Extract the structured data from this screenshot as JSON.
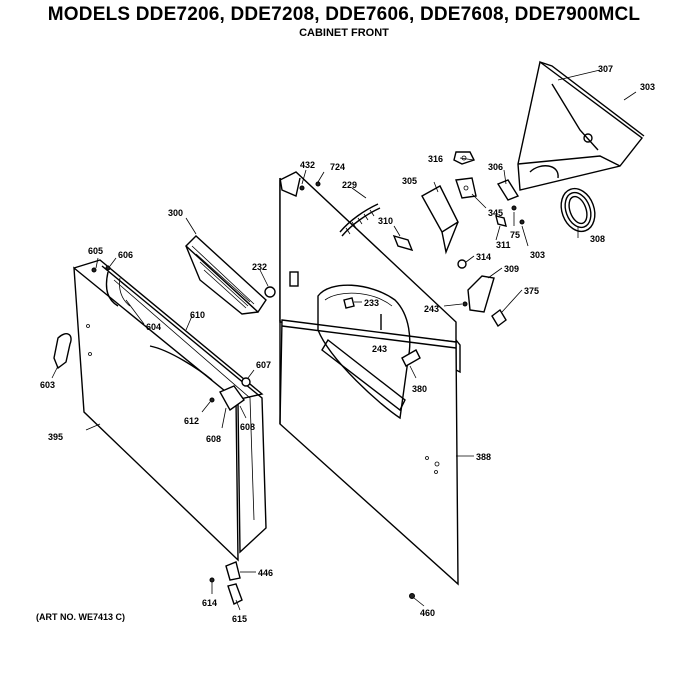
{
  "header": {
    "title": "MODELS DDE7206, DDE7208, DDE7606, DDE7608, DDE7900MCL",
    "subtitle": "CABINET FRONT"
  },
  "footer": {
    "art_number": "(ART NO. WE7413 C)"
  },
  "callouts": {
    "c307": "307",
    "c303a": "303",
    "c316": "316",
    "c306": "306",
    "c305": "305",
    "c345": "345",
    "c75": "75",
    "c303b": "303",
    "c308": "308",
    "c432": "432",
    "c724": "724",
    "c229": "229",
    "c310": "310",
    "c311": "311",
    "c314": "314",
    "c309": "309",
    "c375": "375",
    "c243a": "243",
    "c300": "300",
    "c232": "232",
    "c233": "233",
    "c243b": "243",
    "c605": "605",
    "c606": "606",
    "c604": "604",
    "c610": "610",
    "c607": "607",
    "c603": "603",
    "c612": "612",
    "c608a": "608",
    "c608b": "608",
    "c380": "380",
    "c395": "395",
    "c388": "388",
    "c446": "446",
    "c614": "614",
    "c615": "615",
    "c460": "460"
  }
}
